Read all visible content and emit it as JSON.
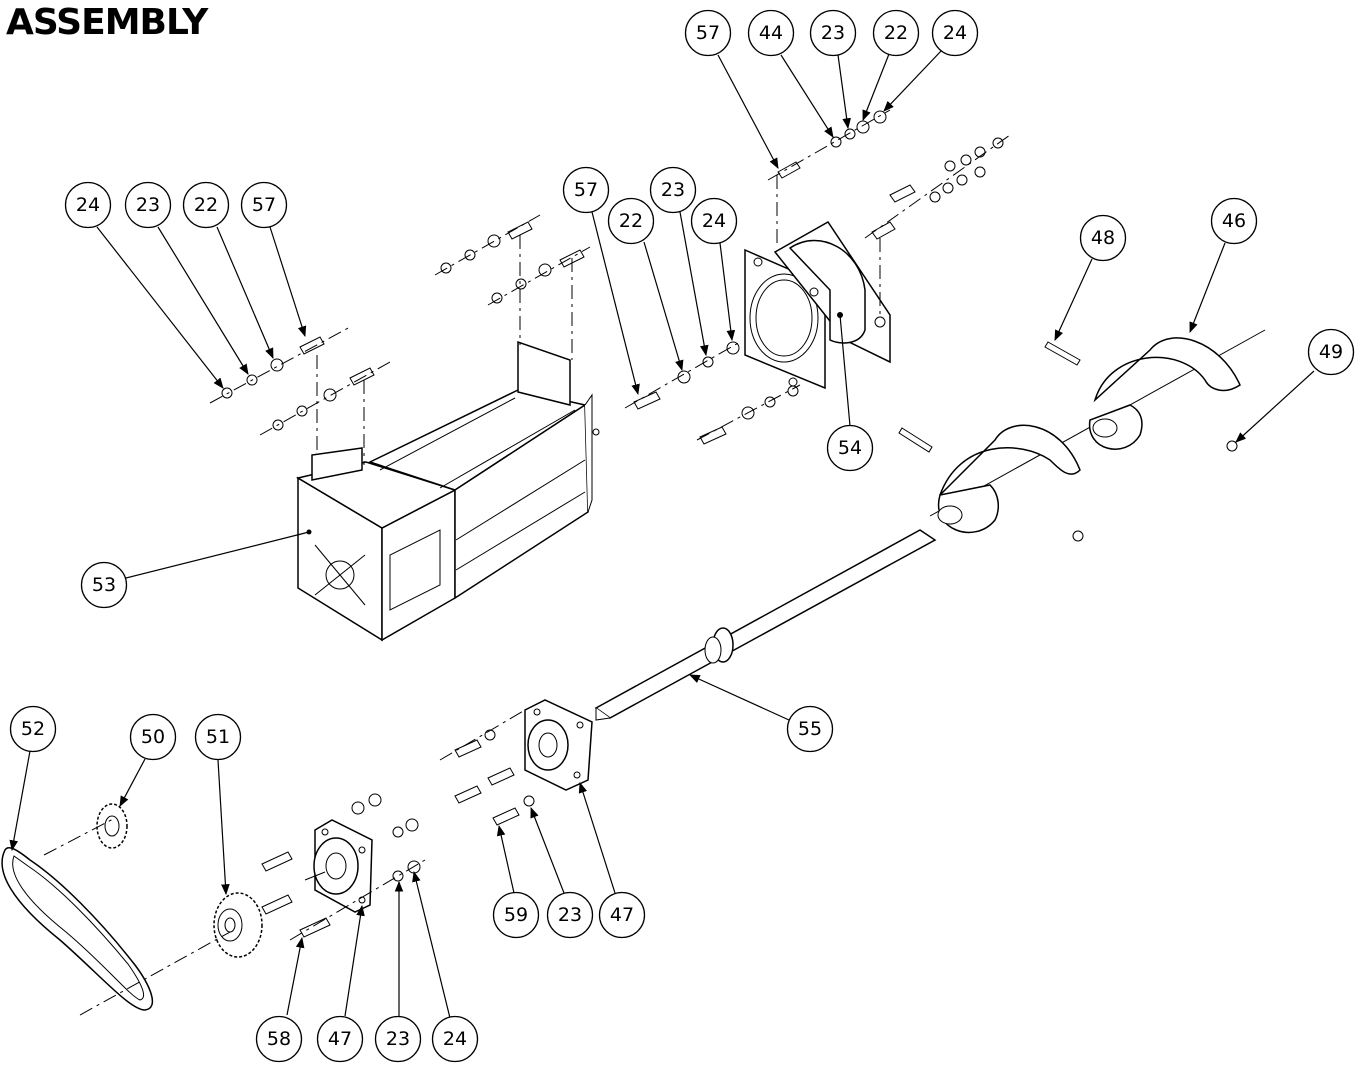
{
  "title": "ASSEMBLY",
  "callouts": [
    {
      "id": "c57-top",
      "label": "57"
    },
    {
      "id": "c44-top",
      "label": "44"
    },
    {
      "id": "c23-top",
      "label": "23"
    },
    {
      "id": "c22-top",
      "label": "22"
    },
    {
      "id": "c24-top",
      "label": "24"
    },
    {
      "id": "c24-left",
      "label": "24"
    },
    {
      "id": "c23-left",
      "label": "23"
    },
    {
      "id": "c22-left",
      "label": "22"
    },
    {
      "id": "c57-left",
      "label": "57"
    },
    {
      "id": "c57-mid",
      "label": "57"
    },
    {
      "id": "c23-mid",
      "label": "23"
    },
    {
      "id": "c22-mid",
      "label": "22"
    },
    {
      "id": "c24-mid",
      "label": "24"
    },
    {
      "id": "c46",
      "label": "46"
    },
    {
      "id": "c48",
      "label": "48"
    },
    {
      "id": "c49",
      "label": "49"
    },
    {
      "id": "c54",
      "label": "54"
    },
    {
      "id": "c53",
      "label": "53"
    },
    {
      "id": "c55",
      "label": "55"
    },
    {
      "id": "c52",
      "label": "52"
    },
    {
      "id": "c50",
      "label": "50"
    },
    {
      "id": "c51",
      "label": "51"
    },
    {
      "id": "c59",
      "label": "59"
    },
    {
      "id": "c23-low",
      "label": "23"
    },
    {
      "id": "c47-right",
      "label": "47"
    },
    {
      "id": "c58",
      "label": "58"
    },
    {
      "id": "c47-left",
      "label": "47"
    },
    {
      "id": "c23-bottom",
      "label": "23"
    },
    {
      "id": "c24-bottom",
      "label": "24"
    }
  ]
}
